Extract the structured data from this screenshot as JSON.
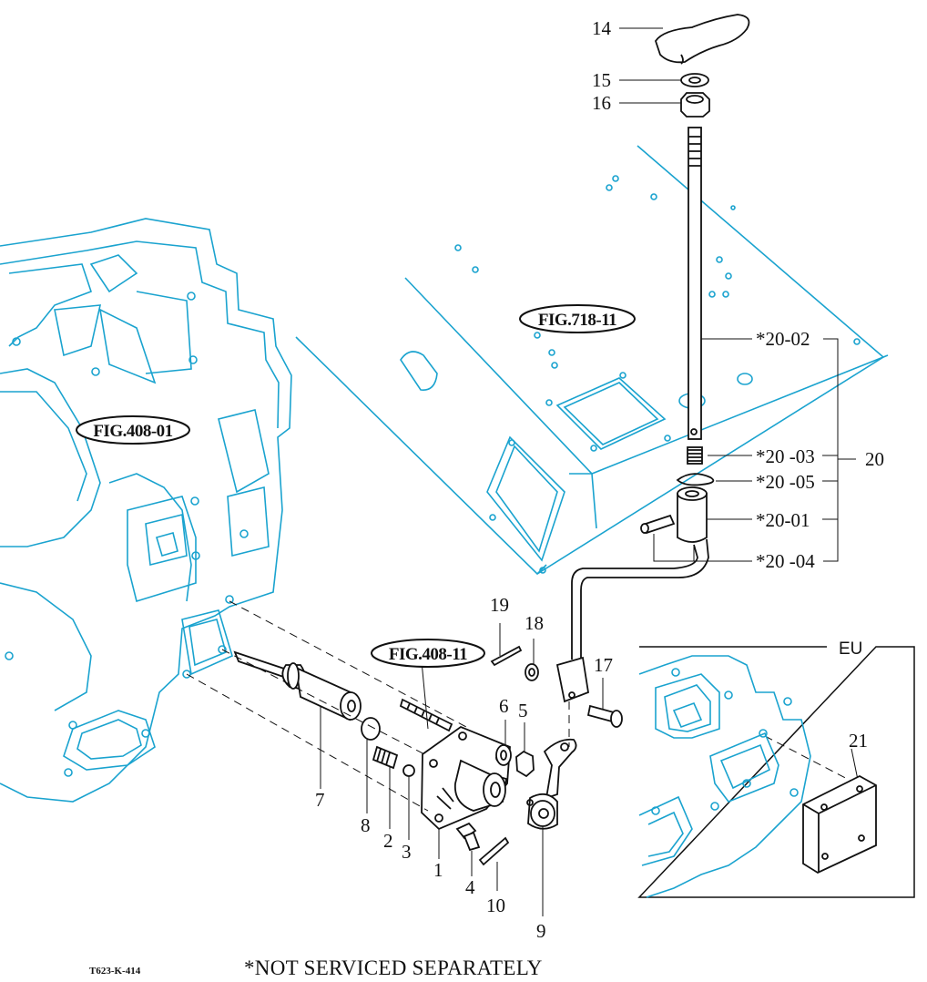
{
  "diagram": {
    "fig_refs": {
      "housing": "FIG.408-01",
      "floor": "FIG.718-11",
      "stud": "FIG.408-11"
    },
    "callouts": {
      "p14": "14",
      "p15": "15",
      "p16": "16",
      "p20_02": "*20-02",
      "p20_03": "*20 -03",
      "p20": "20",
      "p20_05": "*20 -05",
      "p20_01": "*20-01",
      "p20_04": "*20 -04",
      "p19": "19",
      "p18": "18",
      "p17": "17",
      "p6": "6",
      "p5": "5",
      "p7": "7",
      "p8": "8",
      "p2": "2",
      "p3": "3",
      "p1": "1",
      "p4": "4",
      "p10": "10",
      "p9": "9",
      "p21": "21"
    },
    "inset_label": "EU",
    "footer": {
      "code": "T623-K-414",
      "note": "*NOT SERVICED SEPARATELY"
    }
  }
}
